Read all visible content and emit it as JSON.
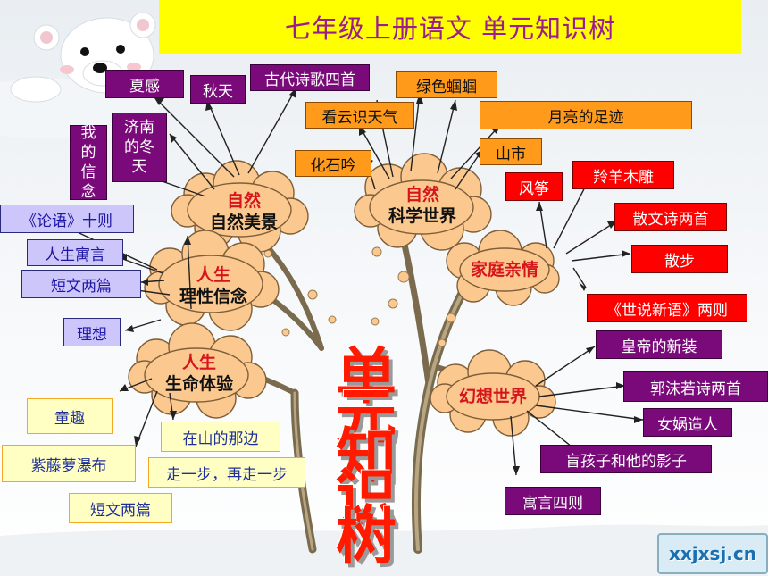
{
  "title": "七年级上册语文 单元知识树",
  "trunk_chars": [
    "单",
    "元",
    "知",
    "识",
    "树"
  ],
  "watermark": "xxjxsj.cn",
  "clouds": {
    "nature_beauty": {
      "top": "自然",
      "bottom": "自然美景"
    },
    "nature_science": {
      "top": "自然",
      "bottom": "科学世界"
    },
    "family": {
      "bottom": "家庭亲情"
    },
    "life_belief": {
      "top": "人生",
      "bottom": "理性信念"
    },
    "life_experience": {
      "top": "人生",
      "bottom": "生命体验"
    },
    "fantasy": {
      "bottom": "幻想世界"
    }
  },
  "boxes": {
    "xia_gan": "夏感",
    "qiu_tian": "秋天",
    "gudai_shige": "古代诗歌四首",
    "jinan_dongtian": "济南的冬天",
    "wo_de_xinnian": "我的信念",
    "lvse_qiyin": "绿色蝈蝈",
    "kan_yun": "看云识天气",
    "yueliang_zuji": "月亮的足迹",
    "hua_shi_yin": "化石吟",
    "shan_shi": "山市",
    "lunyu": "《论语》十则",
    "rensheng_yuyan": "人生寓言",
    "duanwen_lp": "短文两篇",
    "lixiang": "理想",
    "feng_zheng": "风筝",
    "lingyang_mudiao": "羚羊木雕",
    "sanwen_shi": "散文诗两首",
    "sanbu": "散步",
    "shishuo_xinyu": "《世说新语》两则",
    "huangdi_xinzhuang": "皇帝的新装",
    "guomoruo_shi": "郭沫若诗两首",
    "nvwa": "女娲造人",
    "mang_haizi": "盲孩子和他的影子",
    "yuyan_sice": "寓言四则",
    "tong_qu": "童趣",
    "zai_shan_nabian": "在山的那边",
    "zitengluo": "紫藤萝瀑布",
    "zou_yibu": "走一步，再走一步",
    "duanwen_y": "短文两篇"
  },
  "colors": {
    "title_bg": "#ffff00",
    "title_text": "#9b1c8e",
    "purple": "#7a0a7a",
    "orange": "#ff9a1a",
    "red": "#ff0000",
    "lavender": "#ccc6fa",
    "yellow_box": "#ffffc4",
    "cloud": "#fbc98f",
    "trunk_char": "#ff1a00"
  }
}
